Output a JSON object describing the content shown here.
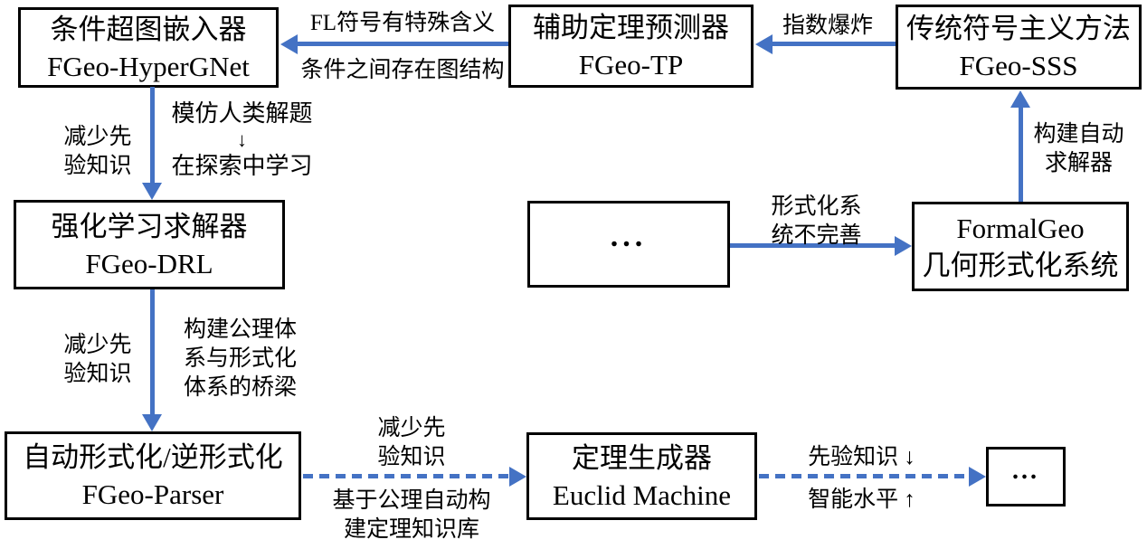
{
  "colors": {
    "arrow_blue": "#4472C4",
    "box_border": "#000000",
    "text": "#000000",
    "background": "#FFFFFF"
  },
  "boxes": {
    "hypergnet": {
      "line1": "条件超图嵌入器",
      "line2": "FGeo-HyperGNet"
    },
    "tp": {
      "line1": "辅助定理预测器",
      "line2": "FGeo-TP"
    },
    "sss": {
      "line1": "传统符号主义方法",
      "line2": "FGeo-SSS"
    },
    "drl": {
      "line1": "强化学习求解器",
      "line2": "FGeo-DRL"
    },
    "ellipsis_mid": {
      "line1": "..."
    },
    "formalgeo": {
      "line1": "FormalGeo",
      "line2": "几何形式化系统"
    },
    "parser": {
      "line1": "自动形式化/逆形式化",
      "line2": "FGeo-Parser"
    },
    "euclid": {
      "line1": "定理生成器",
      "line2": "Euclid Machine"
    },
    "ellipsis_end": {
      "line1": "..."
    }
  },
  "labels": {
    "fl_special": "FL符号有特殊含义",
    "graph_structure": "条件之间存在图结构",
    "exp_explosion": "指数爆炸",
    "reduce_prior_a": {
      "line1": "减少先",
      "line2": "验知识"
    },
    "imitate": {
      "line1": "模仿人类解题",
      "arrow": "↓",
      "line2": "在探索中学习"
    },
    "build_solver": {
      "line1": "构建自动",
      "line2": "求解器"
    },
    "formal_incomplete": {
      "line1": "形式化系",
      "line2": "统不完善"
    },
    "reduce_prior_b": {
      "line1": "减少先",
      "line2": "验知识"
    },
    "bridge": {
      "line1": "构建公理体",
      "line2": "系与形式化",
      "line3": "体系的桥梁"
    },
    "reduce_prior_c": {
      "line1": "减少先",
      "line2": "验知识"
    },
    "axiom_kb": {
      "line1": "基于公理自动构",
      "line2": "建定理知识库"
    },
    "prior_down": "先验知识 ↓",
    "intel_up": "智能水平 ↑"
  }
}
